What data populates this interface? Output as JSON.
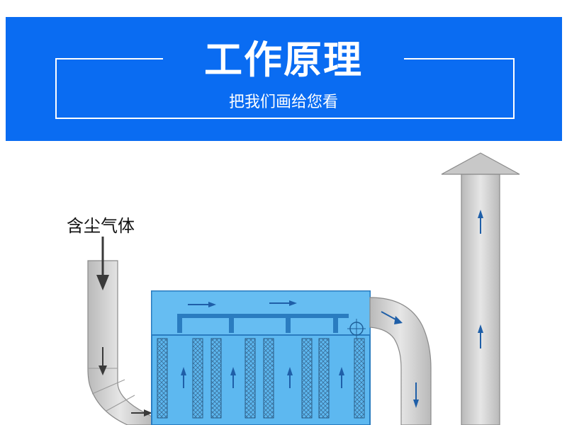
{
  "banner": {
    "title": "工作原理",
    "subtitle": "把我们画给您看",
    "background": "#0a6cf2"
  },
  "diagram": {
    "inlet_label": "含尘气体",
    "colors": {
      "duct": "#d0d0d0",
      "duct_stroke": "#8a8a8a",
      "chamber": "#5db8f0",
      "chamber_stroke": "#2a7cc0",
      "flow_arrow": "#1f5fa8",
      "inlet_arrow": "#3a3a3a"
    },
    "icons": [
      "dust-gas-inlet-arrow",
      "exhaust-stack-cap",
      "airflow-arrow"
    ]
  }
}
